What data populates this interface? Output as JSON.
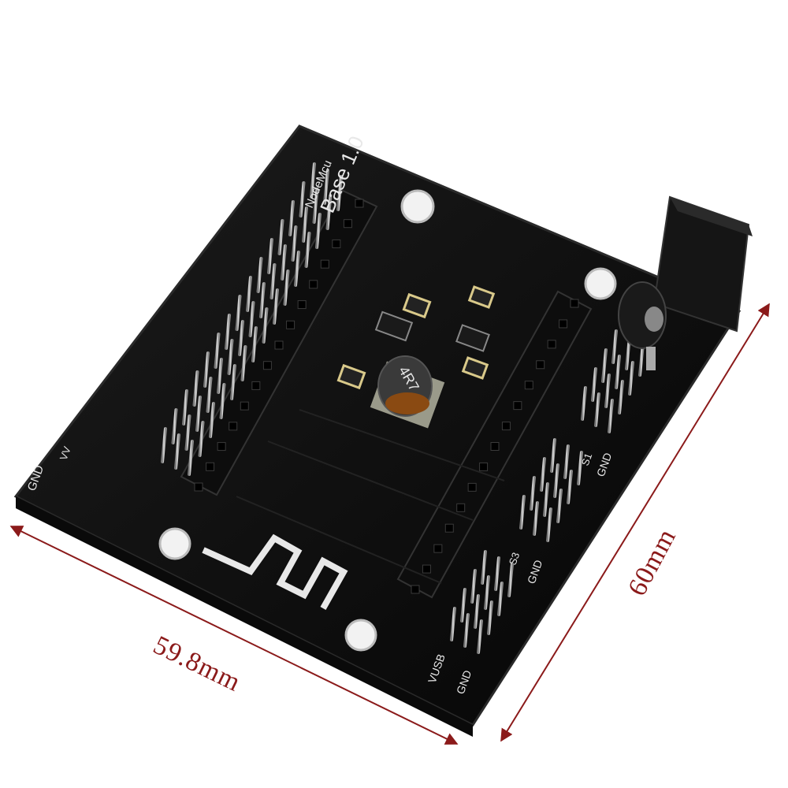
{
  "product": {
    "board_name": "NodeMcu",
    "board_version": "Base 1.0",
    "inductor_marking": "4R7"
  },
  "pin_labels": {
    "gnd_left": "GND",
    "vv": "VV",
    "gnd_right_top": "GND",
    "s1": "S1",
    "gnd_right_mid": "GND",
    "s3": "S3",
    "vusb": "VUSB",
    "gnd_right_bottom": "GND"
  },
  "dimensions": {
    "width_label": "59.8mm",
    "height_label": "60mm"
  },
  "colors": {
    "dimension_lines": "#8b1a1a",
    "pcb": "#111111",
    "silkscreen": "#e8e8e8",
    "pins": "#b9b9b9"
  }
}
